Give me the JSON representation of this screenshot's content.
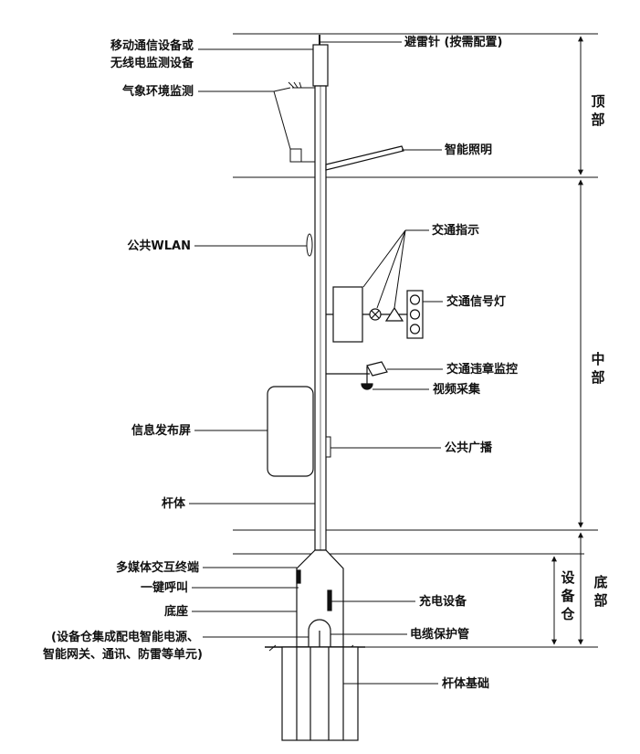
{
  "labels_left": {
    "mobile_comm_1": "移动通信设备或",
    "mobile_comm_2": "无线电监测设备",
    "weather": "气象环境监测",
    "wlan": "公共WLAN",
    "info_screen": "信息发布屏",
    "pole_body": "杆体",
    "multimedia": "多媒体交互终端",
    "sos": "一键呼叫",
    "base": "底座",
    "cabinet_note_1": "(设备仓集成配电智能电源、",
    "cabinet_note_2": "智能网关、通讯、防雷等单元)"
  },
  "labels_right": {
    "lightning_rod": "避雷针 (按需配置)",
    "smart_lighting": "智能照明",
    "traffic_sign": "交通指示",
    "traffic_light": "交通信号灯",
    "violation_monitor": "交通违章监控",
    "video_capture": "视频采集",
    "broadcast": "公共广播",
    "charging": "充电设备",
    "cable_pipe": "电缆保护管",
    "foundation": "杆体基础"
  },
  "zones": {
    "top": [
      "顶",
      "部"
    ],
    "middle": [
      "中",
      "部"
    ],
    "bottom": [
      "底",
      "部"
    ],
    "cabin": [
      "设",
      "备",
      "仓"
    ]
  }
}
